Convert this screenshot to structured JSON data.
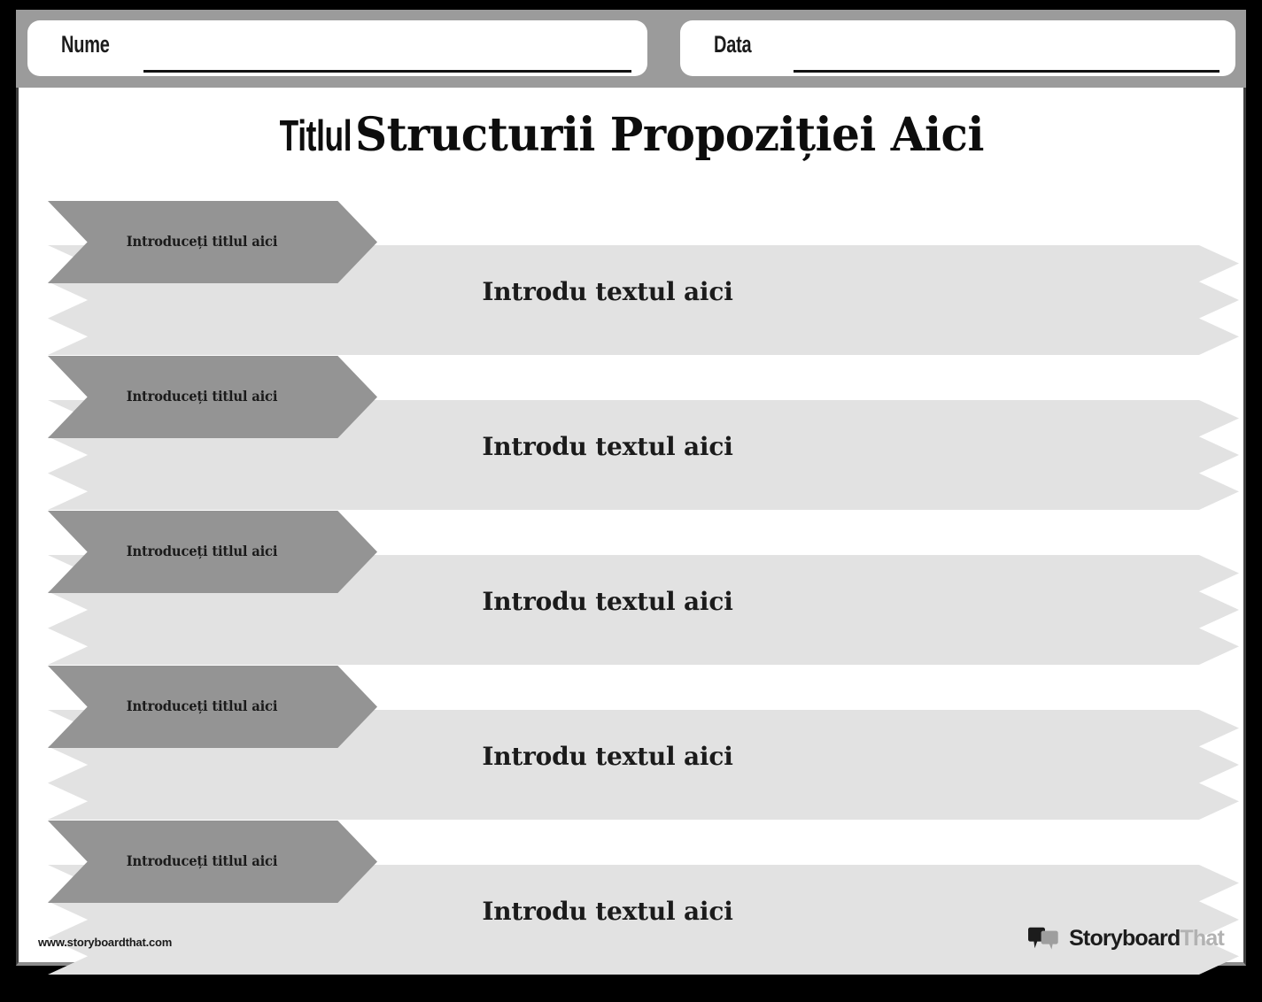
{
  "header": {
    "name_label": "Nume",
    "date_label": "Data"
  },
  "title": {
    "prefix": "Titlul",
    "main": "Structurii Propoziției Aici",
    "full": "Titlul Structurii Propoziției Aici"
  },
  "rows": [
    {
      "heading": "Introduceți titlul aici",
      "body": "Introdu textul aici"
    },
    {
      "heading": "Introduceți titlul aici",
      "body": "Introdu textul aici"
    },
    {
      "heading": "Introduceți titlul aici",
      "body": "Introdu textul aici"
    },
    {
      "heading": "Introduceți titlul aici",
      "body": "Introdu textul aici"
    },
    {
      "heading": "Introduceți titlul aici",
      "body": "Introdu textul aici"
    }
  ],
  "footer": {
    "url": "www.storyboardthat.com",
    "logo_dark": "Storyboard",
    "logo_light": "That",
    "logo_icon": "speech-bubbles-icon"
  },
  "colors": {
    "page_background": "#ffffff",
    "outer_background": "#000000",
    "header_band": "#9b9b9b",
    "band_dark": "#949494",
    "band_light": "#e2e2e2",
    "text": "#1b1b1b",
    "logo_gray": "#b2b2b2"
  }
}
